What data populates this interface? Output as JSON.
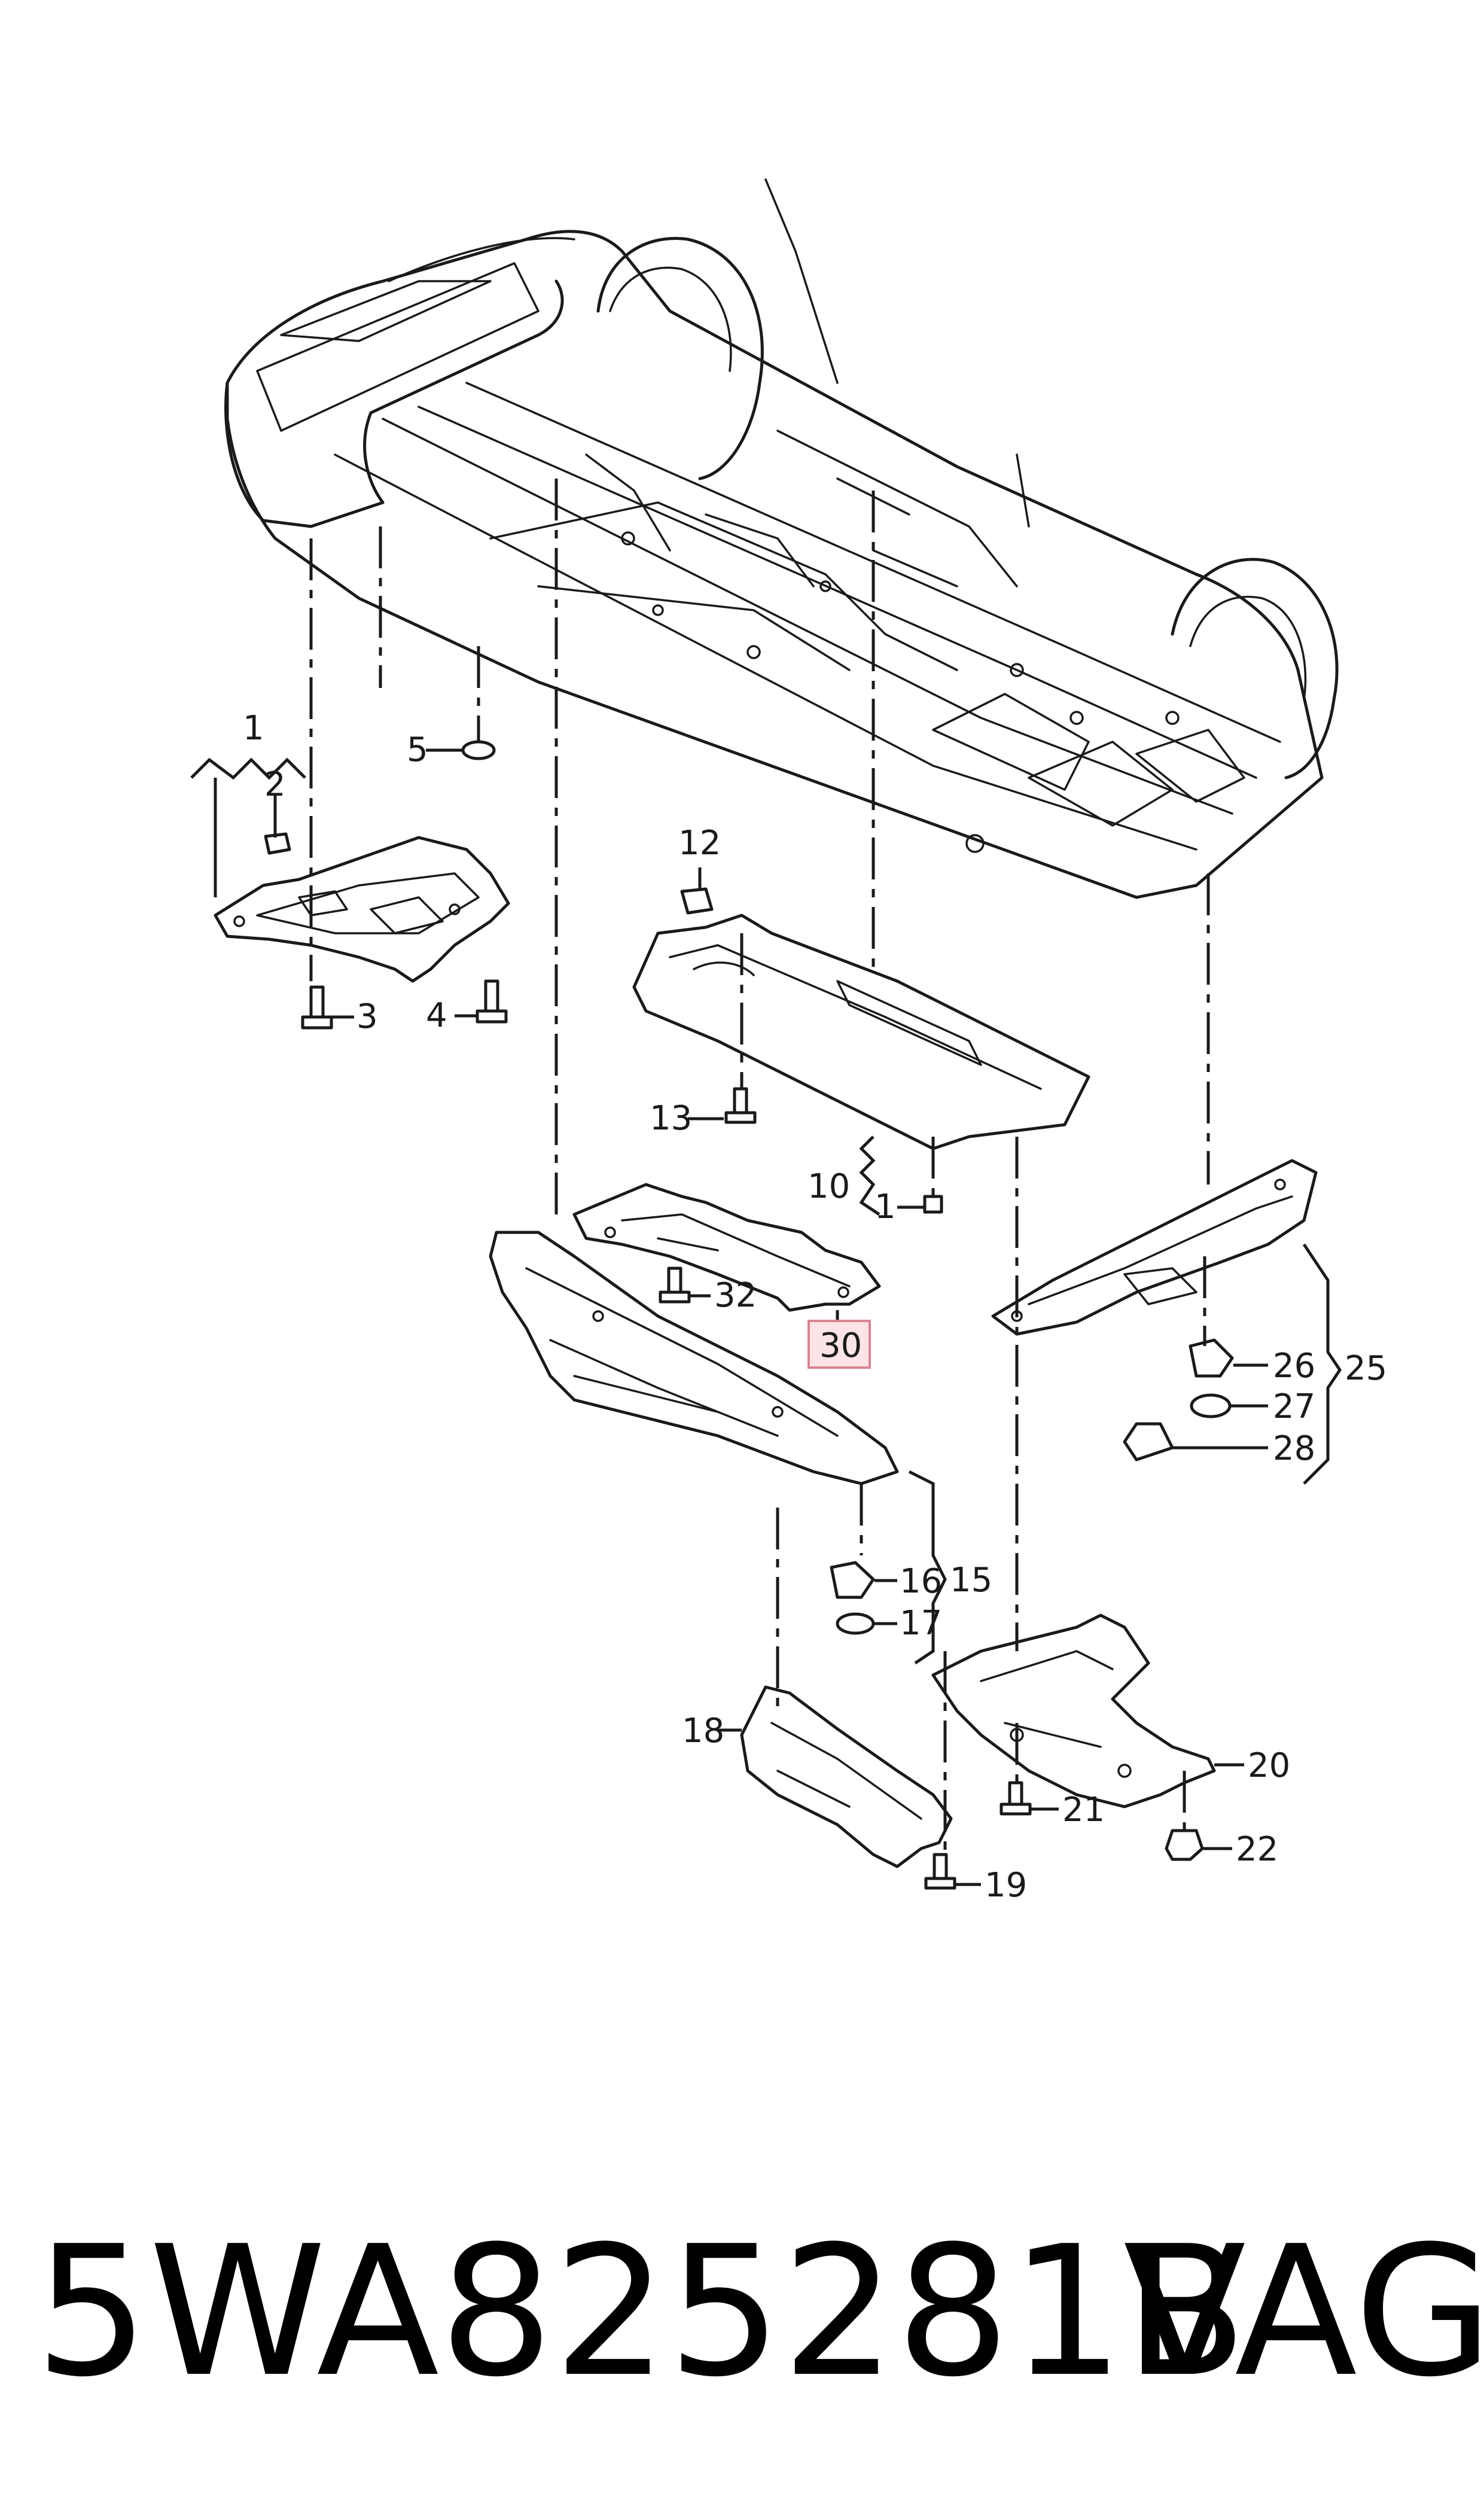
{
  "diagram": {
    "callouts": [
      "1",
      "2",
      "3",
      "4",
      "5",
      "12",
      "13",
      "10",
      "1",
      "32",
      "30",
      "25",
      "26",
      "27",
      "28",
      "15",
      "16",
      "17",
      "18",
      "20",
      "21",
      "22",
      "19"
    ],
    "highlighted_callout": "30",
    "caption_part_number": "5WA825281B",
    "caption_brand": "VAG",
    "colors": {
      "line": "#1a1a1a",
      "highlight_fill": "#fbe3e6",
      "highlight_stroke": "#d9848f"
    }
  }
}
